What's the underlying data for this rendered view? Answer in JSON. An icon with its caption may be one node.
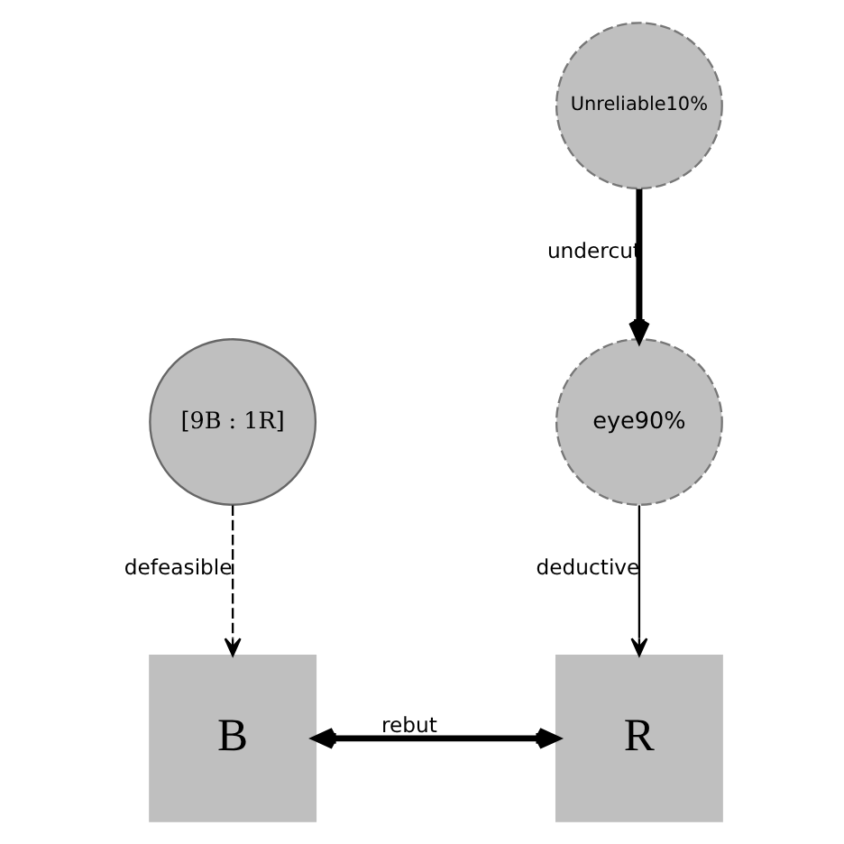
{
  "diagram": {
    "nodes": [
      {
        "text": [
          "Unreliable10%"
        ]
      },
      {
        "text": [
          "[9B : 1R]"
        ]
      },
      {
        "text": [
          "eye90%"
        ]
      },
      {
        "text": [
          "B"
        ]
      },
      {
        "text": [
          "R"
        ]
      }
    ],
    "edges": [
      {
        "from": 0,
        "to": 2,
        "arrow": "to",
        "label": "undercut",
        "style": "thick"
      },
      {
        "from": 1,
        "to": 3,
        "arrow": "to",
        "label": "defeasible",
        "style": "dashed"
      },
      {
        "from": 2,
        "to": 4,
        "arrow": "to",
        "label": "deductive"
      },
      {
        "from": 3,
        "to": 4,
        "arrow": "both",
        "label": "rebut",
        "style": "thick"
      }
    ]
  }
}
